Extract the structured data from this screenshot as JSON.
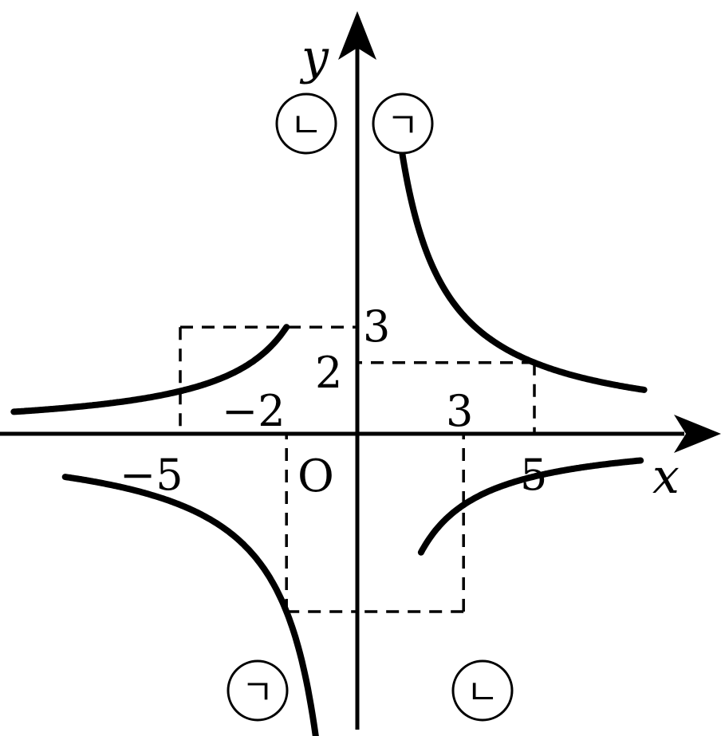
{
  "axes": {
    "x_label": "x",
    "y_label": "y",
    "origin_label": "O"
  },
  "ticks": {
    "x": [
      {
        "value": -5,
        "label": "−5"
      },
      {
        "value": -2,
        "label": "−2"
      },
      {
        "value": 3,
        "label": "3"
      },
      {
        "value": 5,
        "label": "5"
      }
    ],
    "y": [
      {
        "value": 3,
        "label": "3"
      },
      {
        "value": 2,
        "label": "2"
      }
    ]
  },
  "graphs": [
    {
      "id": "g1",
      "marker": "ㄱ",
      "function": "y = 10/x",
      "k": 10
    },
    {
      "id": "g2",
      "marker": "ㄴ",
      "function": "y = -6/x",
      "k": -6
    }
  ],
  "guide_points": [
    {
      "x": 5,
      "y": 2
    },
    {
      "x": -5,
      "y": 3
    },
    {
      "x": -2,
      "y": -5
    },
    {
      "x": 3,
      "y": -5
    }
  ]
}
